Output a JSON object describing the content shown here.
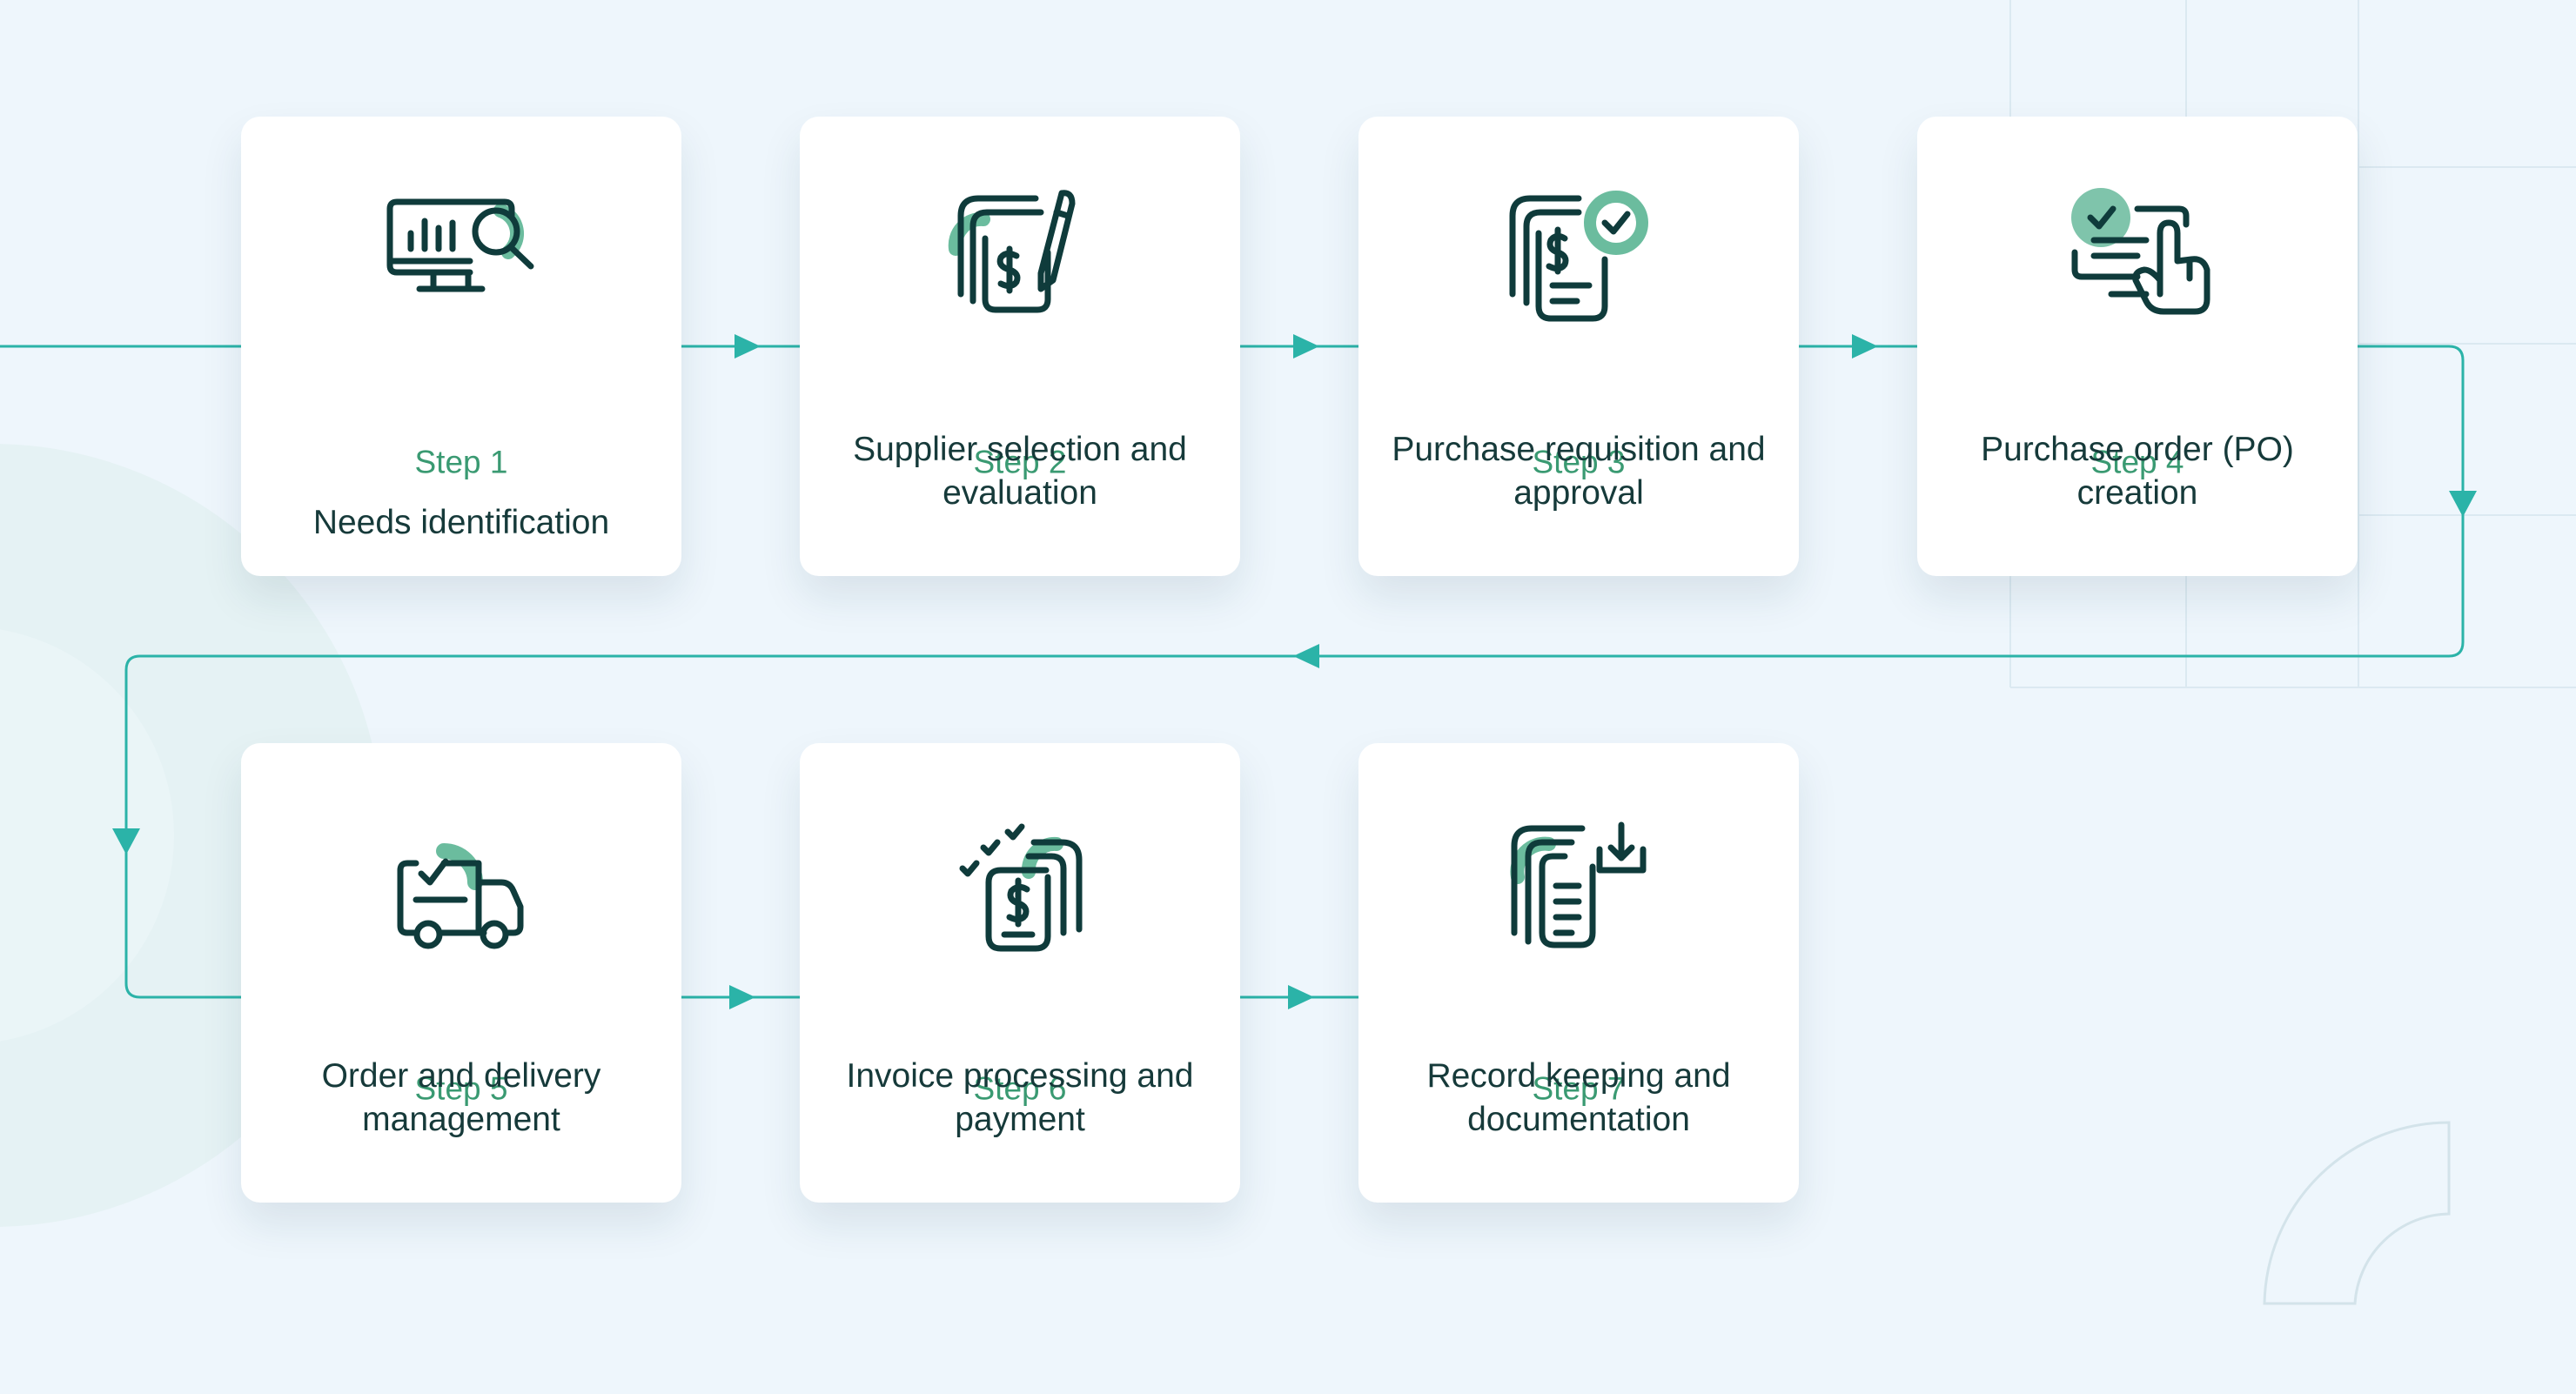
{
  "colors": {
    "background": "#eef6fc",
    "card": "#ffffff",
    "connector": "#2bb3a8",
    "icon_stroke": "#0f3b3b",
    "icon_accent": "#3aa57e",
    "step_label": "#3a9a72",
    "title_text": "#163a3a"
  },
  "steps": [
    {
      "label": "Step 1",
      "title": "Needs identification",
      "icon": "monitor-chart-search-icon"
    },
    {
      "label": "Step 2",
      "title": "Supplier selection and evaluation",
      "icon": "document-dollar-pen-icon"
    },
    {
      "label": "Step 3",
      "title": "Purchase requisition and approval",
      "icon": "document-dollar-checkmark-icon"
    },
    {
      "label": "Step 4",
      "title": "Purchase order (PO) creation",
      "icon": "form-click-checkmark-icon"
    },
    {
      "label": "Step 5",
      "title": "Order and delivery management",
      "icon": "delivery-truck-check-icon"
    },
    {
      "label": "Step 6",
      "title": "Invoice processing and payment",
      "icon": "invoice-checklist-dollar-icon"
    },
    {
      "label": "Step 7",
      "title": "Record keeping and documentation",
      "icon": "document-download-archive-icon"
    }
  ],
  "flow": [
    "Step 1",
    "Step 2",
    "Step 3",
    "Step 4",
    "Step 5",
    "Step 6",
    "Step 7"
  ]
}
